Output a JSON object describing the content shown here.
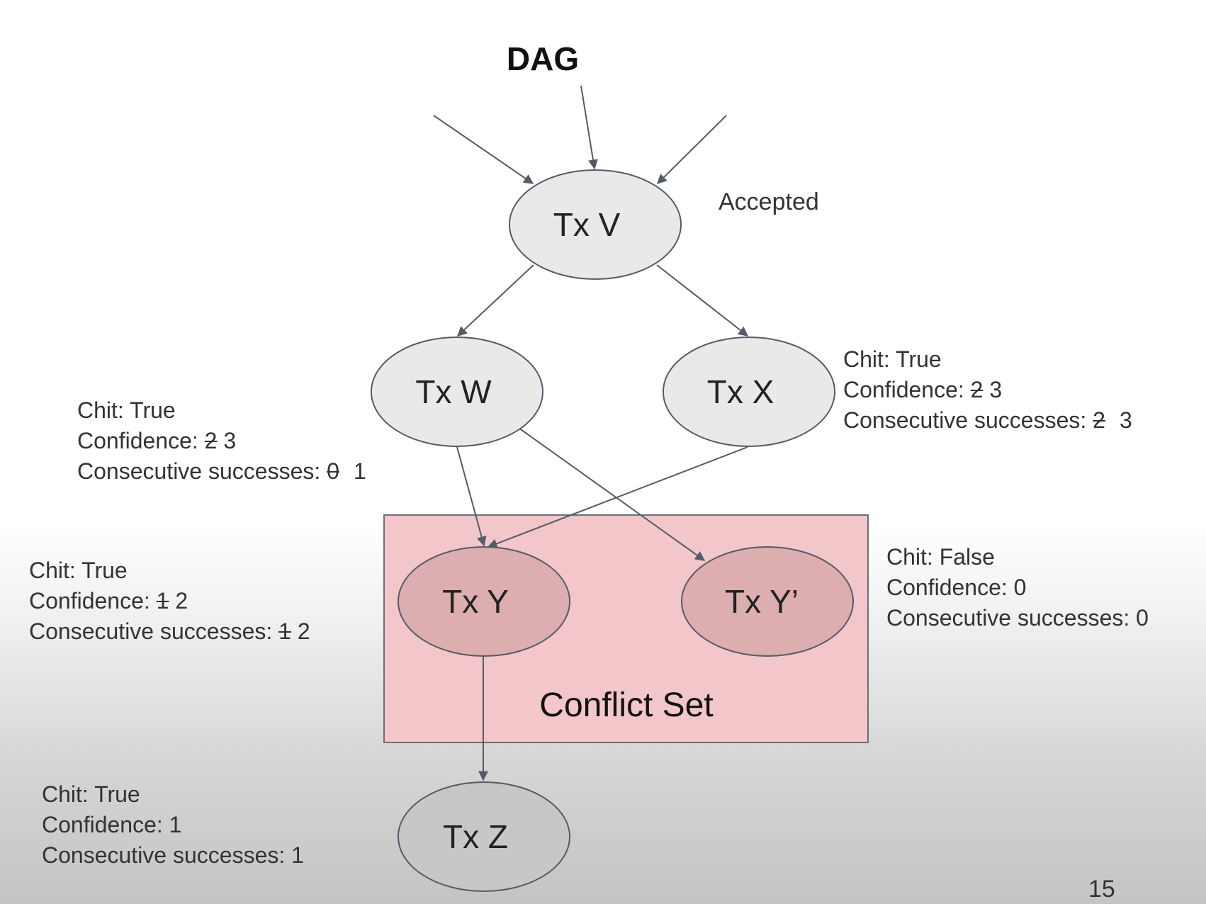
{
  "title": "DAG",
  "colors": {
    "node_fill": "#e9e9ea",
    "conflict_node_fill": "#dcaeb0",
    "node_z_fill": "#c7c7c7",
    "conflict_set_fill": "#f3c6c9",
    "conflict_set_stroke": "#6b6e7a",
    "edge": "#555b66"
  },
  "nodes": {
    "v": "Tx V",
    "w": "Tx W",
    "x": "Tx X",
    "y": "Tx Y",
    "y2": "Tx Y’",
    "z": "Tx Z"
  },
  "conflict_set_label": "Conflict Set",
  "status_v": "Accepted",
  "info_w": {
    "chit": "Chit: True",
    "conf_prefix": "Confidence: ",
    "conf_old": "2",
    "conf_new": "3",
    "succ_prefix": "Consecutive successes: ",
    "succ_old": "0",
    "succ_new": "1"
  },
  "info_x": {
    "chit": "Chit: True",
    "conf_prefix": "Confidence: ",
    "conf_old": "2",
    "conf_new": "3",
    "succ_prefix": "Consecutive successes: ",
    "succ_old": "2",
    "succ_new": "3"
  },
  "info_y": {
    "chit": "Chit: True",
    "conf_prefix": "Confidence: ",
    "conf_old": "1",
    "conf_new": "2",
    "succ_prefix": "Consecutive successes: ",
    "succ_old": "1",
    "succ_new": "2"
  },
  "info_y2": {
    "chit": "Chit: False",
    "confidence": "Confidence: 0",
    "successes": "Consecutive successes: 0"
  },
  "info_z": {
    "chit": "Chit: True",
    "confidence": "Confidence: 1",
    "successes": "Consecutive successes: 1"
  },
  "page_number": "15"
}
